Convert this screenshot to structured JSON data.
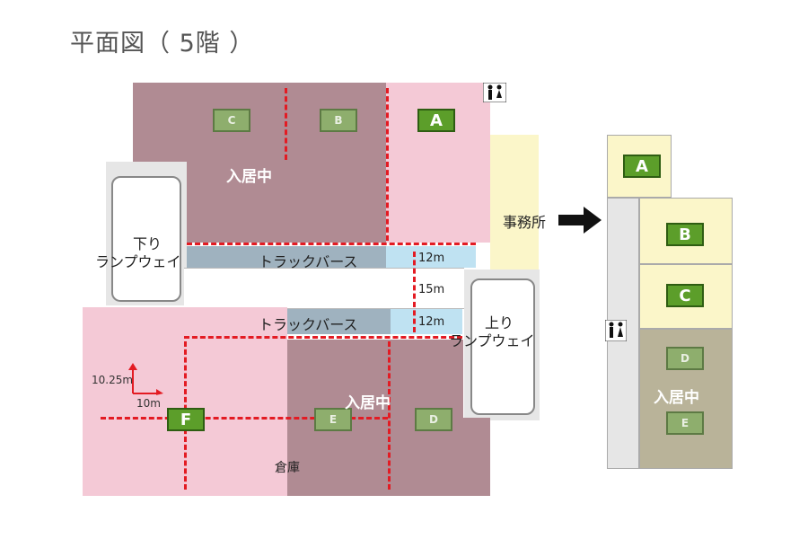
{
  "title": "平面図（ 5階 ）",
  "labels": {
    "occupied": "入居中",
    "office": "事務所",
    "down_ramp_1": "下り",
    "down_ramp_2": "ランプウェイ",
    "up_ramp_1": "上り",
    "up_ramp_2": "ランプウェイ",
    "truck_berth": "トラックバース",
    "warehouse": "倉庫",
    "dim_12m": "12m",
    "dim_15m": "15m",
    "dim_1025m": "10.25m",
    "dim_10m": "10m"
  },
  "units": [
    "A",
    "B",
    "C",
    "D",
    "E",
    "F"
  ],
  "legend_units": [
    "A",
    "B",
    "C",
    "D",
    "E"
  ],
  "colors": {
    "available": "#f4c9d6",
    "occupied": "#b08b93",
    "office": "#fbf6c9",
    "legend_occupied": "#b9b399",
    "badge": "#5c9e2a",
    "dashed_line": "#e31b23"
  },
  "icons": [
    "restroom-icon",
    "arrow-right-icon"
  ]
}
